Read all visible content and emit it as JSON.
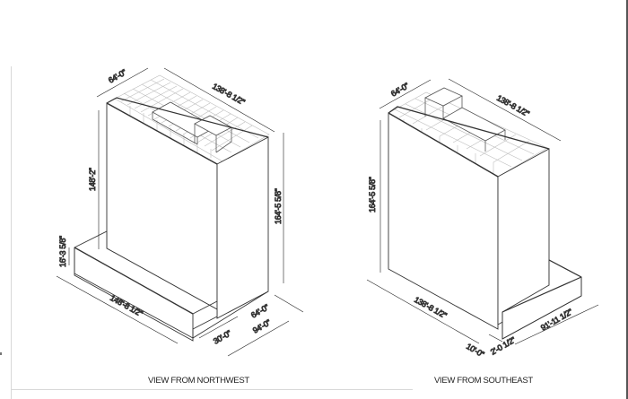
{
  "sheet": {
    "views": [
      {
        "caption": "VIEW FROM NORTHWEST",
        "dimensions": {
          "top_width": "64'-0\"",
          "top_length": "138'-8 1/2\"",
          "tower_height": "148'-2\"",
          "overall_height": "164'-5 5/8\"",
          "base_height": "16'-3 5/8\"",
          "base_length": "148'-8 1/2\"",
          "tower_depth": "64'-0\"",
          "base_offset": "30'-0\"",
          "base_depth": "94'-0\""
        }
      },
      {
        "caption": "VIEW FROM SOUTHEAST",
        "dimensions": {
          "top_width": "64'-0\"",
          "top_length": "138'-8 1/2\"",
          "overall_height": "164'-5 5/8\"",
          "tower_length": "138'-8 1/2\"",
          "base_offset_a": "10'-0\"",
          "base_offset_b": "2'-0 1/2\"",
          "base_depth": "91'-11 1/2\""
        }
      }
    ]
  }
}
